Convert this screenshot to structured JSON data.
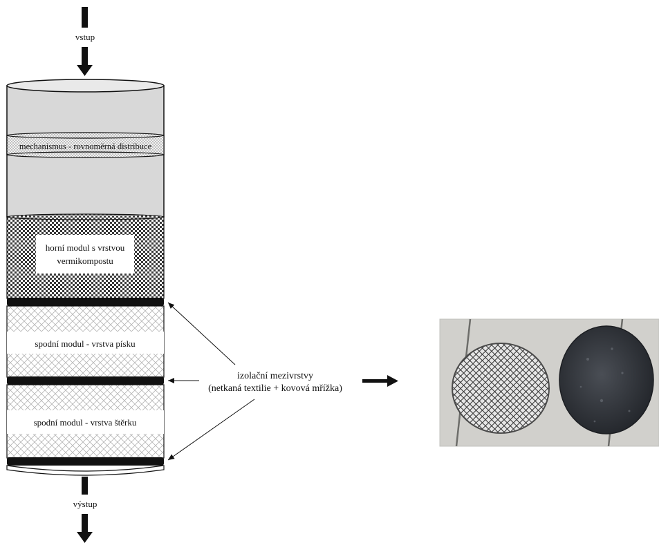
{
  "labels": {
    "input": "vstup",
    "output": "výstup",
    "distribution": "mechanismus - rovnoměrná distribuce",
    "top_module_line1": "horní modul s vrstvou",
    "top_module_line2": "vermikompostu",
    "sand_module": "spodní modul - vrstva písku",
    "gravel_module": "spodní modul - vrstva štěrku",
    "interlayer_line1": "izolační mezivrstvy",
    "interlayer_line2": "(netkaná textilie + kovová mřížka)"
  },
  "photo": {
    "left_object": "metal-mesh-disc",
    "right_object": "nonwoven-textile-disc"
  },
  "colors": {
    "column_fill": "#d6d6d6",
    "separator": "#111111",
    "photo_background": "#cfcfcb",
    "textile": "#2e3136"
  }
}
